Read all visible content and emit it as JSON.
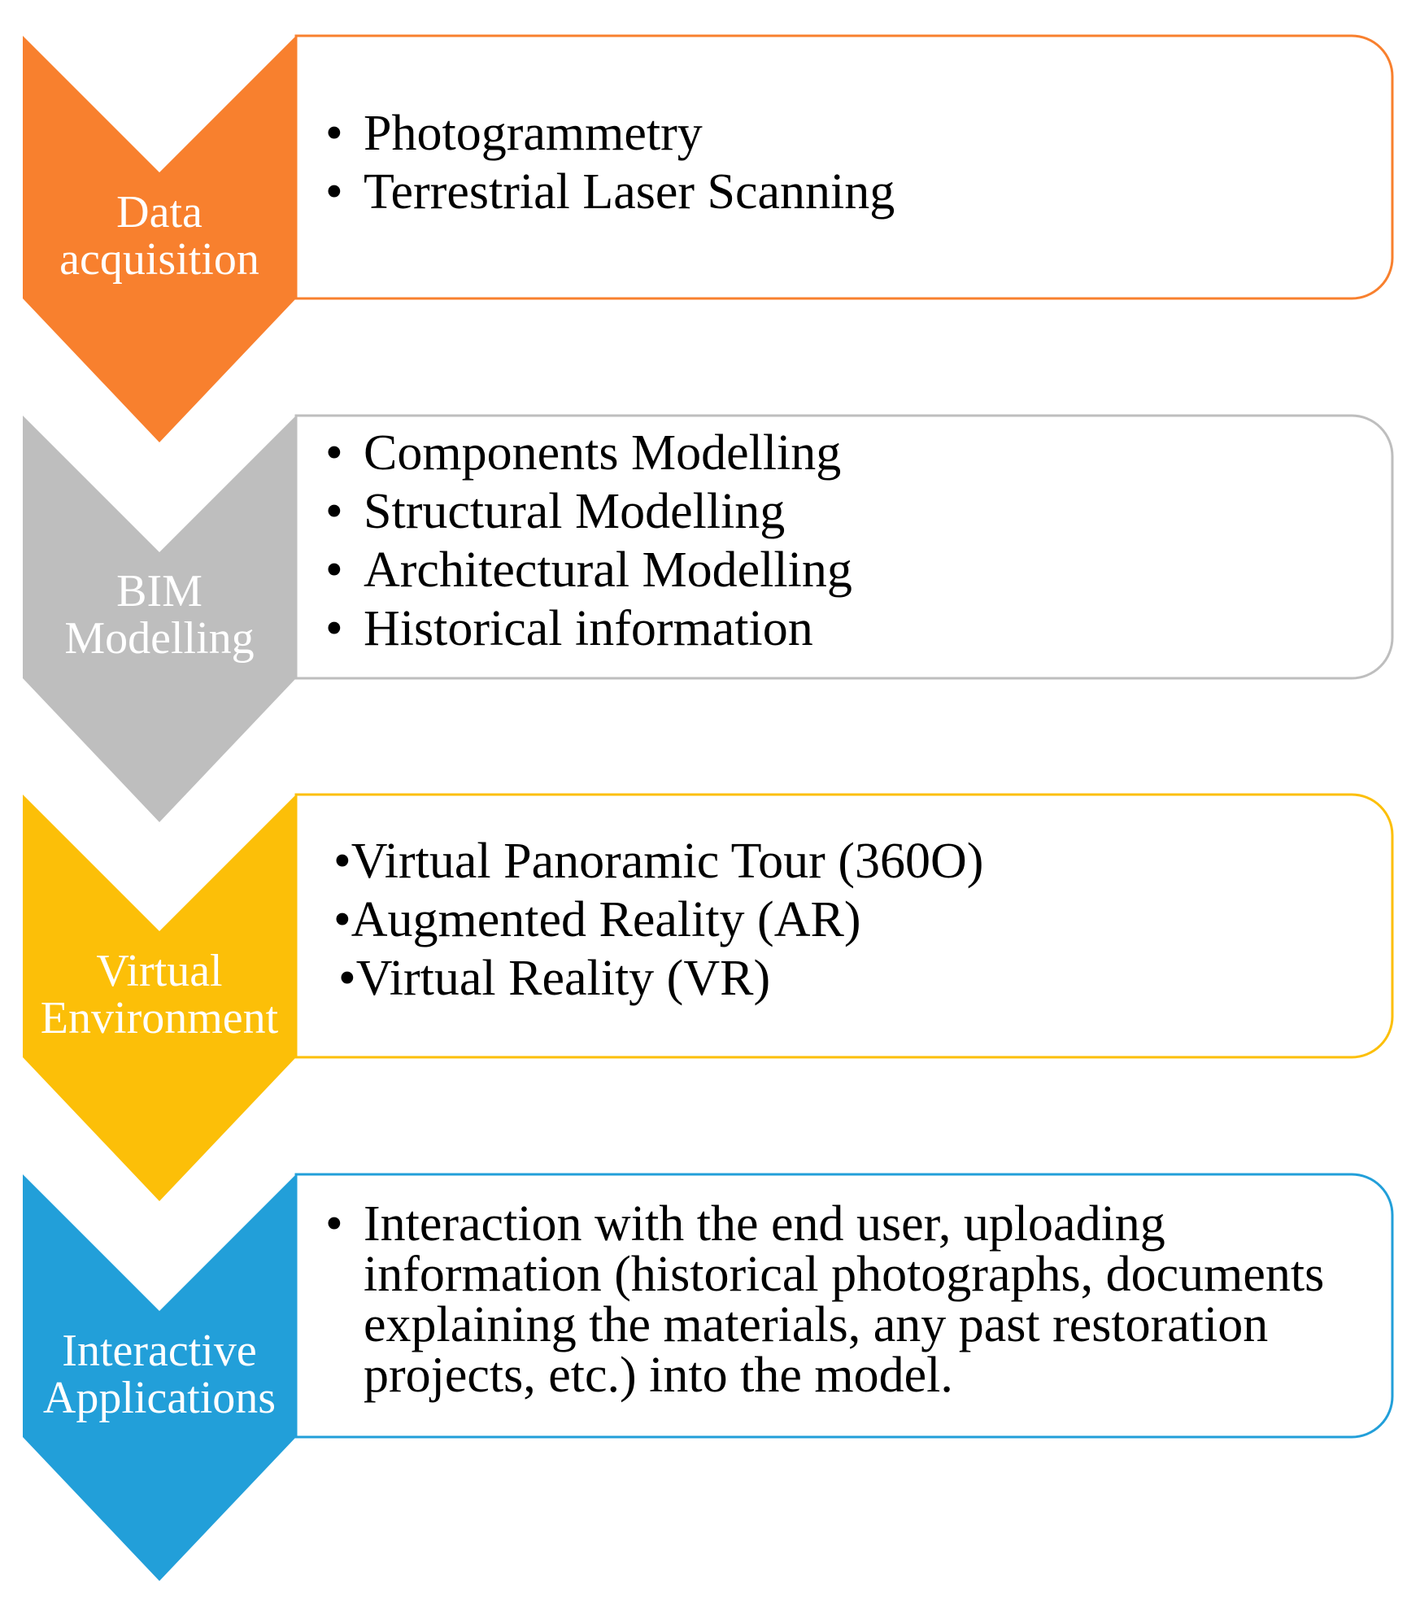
{
  "stages": [
    {
      "label_lines": [
        "Data",
        "acquisition"
      ],
      "color": "#F8802E",
      "items": [
        "Photogrammetry",
        "Terrestrial Laser Scanning"
      ]
    },
    {
      "label_lines": [
        "BIM",
        "Modelling"
      ],
      "color": "#BEBEBE",
      "items": [
        "Components Modelling",
        "Structural Modelling",
        "Architectural Modelling",
        "Historical information"
      ]
    },
    {
      "label_lines": [
        "Virtual",
        "Environment"
      ],
      "color": "#FCBF08",
      "items": [
        "Virtual Panoramic Tour (360O)",
        "Augmented Reality (AR)",
        "Virtual Reality (VR)"
      ]
    },
    {
      "label_lines": [
        "Interactive",
        "Applications"
      ],
      "color": "#229FD9",
      "items": [
        "Interaction with the end user, uploading information (historical photographs, documents explaining the materials, any past restoration projects, etc.) into the model."
      ]
    }
  ],
  "bullet_glyph": "•"
}
